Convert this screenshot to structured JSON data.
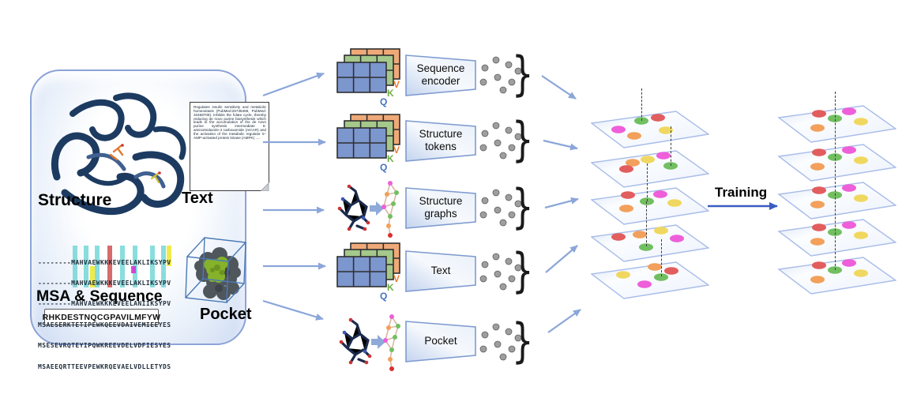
{
  "colors": {
    "panel_border": "#8ca3d7",
    "arrow": "#8ba6d9",
    "training_arrow": "#3a5cc0",
    "trapezoid_border": "#7e9bd0",
    "q_label": "#4472c4",
    "k_label": "#70ad47",
    "v_label": "#ed7d31",
    "matrix_blue": "#7c96ce",
    "matrix_green": "#a5c88b",
    "matrix_orange": "#efa978",
    "plane_border": "#a8bce8",
    "dot_red": "#e25d5d",
    "dot_magenta": "#ee5fd9",
    "dot_orange": "#f2a05b",
    "dot_yellow": "#f0d860",
    "dot_green": "#72bf61",
    "dot_gray": "#9e9e9e",
    "protein_navy": "#1d3b61",
    "pocket_green": "#85b22a",
    "pocket_gray": "#4f565c",
    "cube_blue": "#4a7ab5",
    "graph_edge": "#d9b8a4"
  },
  "left_panel": {
    "structure_label": "Structure",
    "text_label": "Text",
    "note_text": "Regulates insulin sensitivity and metabolic homeostasis (PubMed:25738459, PubMed: 33468709). Inhibits the folate cycle, thereby reducing de novo purine biosynthesis which leads to the accumulation of the de novo purine synthesis intermediate 5-aminoimidazole-4 carboxamide (AICAR) and the activation of the metabolic regulator 5'-AMP-activated protein kinase (AMPK) .....",
    "msa": {
      "rows": [
        "--------MAHVAEWKKKEVEELAKLIKSYPV",
        "--------MAHVAEWKKKEVEELAKLIKSYPV",
        "--------MAHVAEWKKKEVEELANIIKSYPV",
        "MSAESERKTETIPEWKQEEVDAIVEMIEEYES",
        "MSESEVRQTEYIPQWKREEVDELVDFIESYES",
        "MSAEEQRTTEEVPEWKRQEVAELVDLLETYDS"
      ]
    },
    "msa_label": "MSA & Sequence",
    "sequence_value": "RHKDESTNQCGPAVILMFYW",
    "pocket_label": "Pocket"
  },
  "encoders": {
    "qkv": {
      "q": "Q",
      "k": "K",
      "v": "V"
    },
    "brace_glyph": "}",
    "rows": [
      {
        "label": "Sequence encoder",
        "icon": "qkv-matrices"
      },
      {
        "label": "Structure tokens",
        "icon": "qkv-matrices"
      },
      {
        "label": "Structure graphs",
        "icon": "molecule-to-graph"
      },
      {
        "label": "Text",
        "icon": "qkv-matrices"
      },
      {
        "label": "Pocket",
        "icon": "molecule-to-graph"
      }
    ]
  },
  "training": {
    "label": "Training"
  },
  "embedding_stacks": {
    "left_planes": 5,
    "right_planes": 5,
    "dot_color_names": [
      "red",
      "magenta",
      "orange",
      "yellow",
      "green"
    ]
  }
}
